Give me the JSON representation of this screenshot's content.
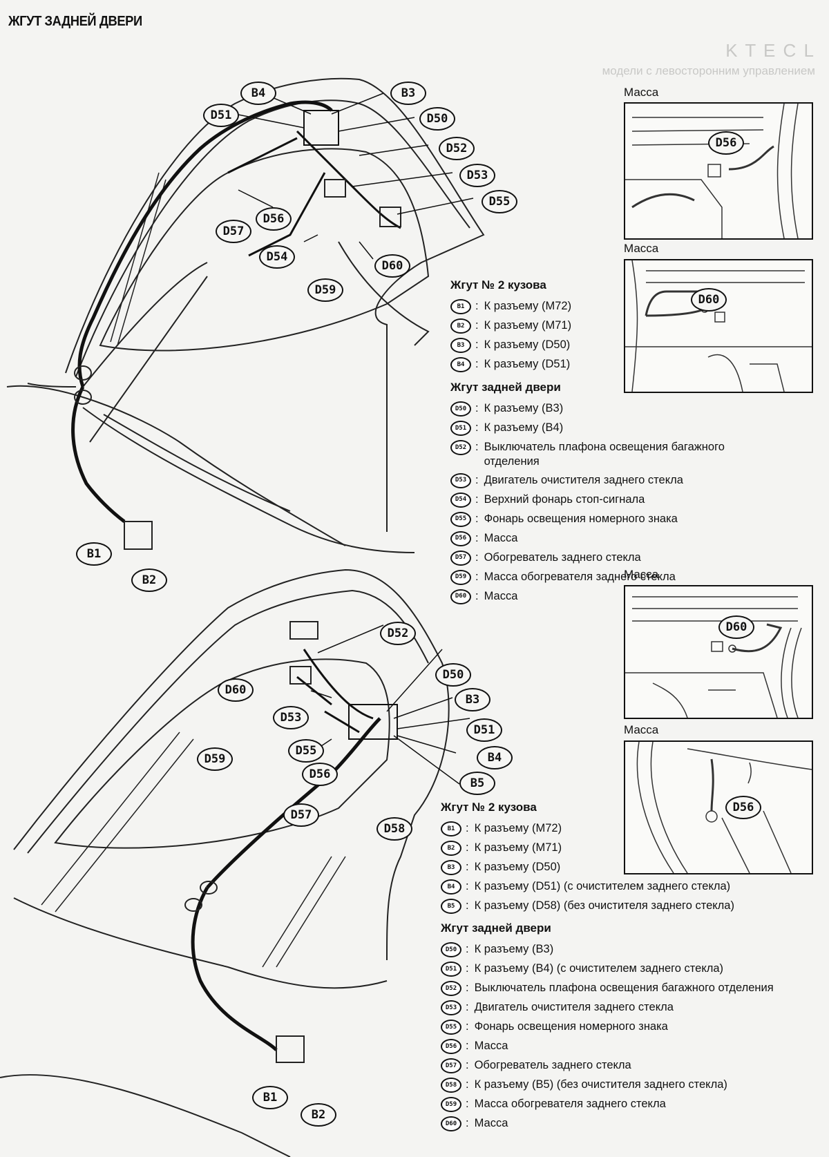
{
  "page_title": "ЖГУТ ЗАДНЕЙ ДВЕРИ",
  "faded_header": {
    "brand": "K T E C L",
    "subtitle": "модели с левосторонним управлением"
  },
  "top_diagram": {
    "tags": {
      "b4": "B4",
      "b3": "B3",
      "d51": "D51",
      "d50": "D50",
      "d52": "D52",
      "d53": "D53",
      "d55": "D55",
      "d56": "D56",
      "d57": "D57",
      "d54": "D54",
      "d60": "D60",
      "d59": "D59",
      "b1": "B1",
      "b2": "B2"
    },
    "legend_body": {
      "title": "Жгут № 2 кузова",
      "items": [
        {
          "code": "B1",
          "text": "К разъему (M72)"
        },
        {
          "code": "B2",
          "text": "К разъему (M71)"
        },
        {
          "code": "B3",
          "text": "К разъему (D50)"
        },
        {
          "code": "B4",
          "text": "К разъему (D51)"
        }
      ]
    },
    "legend_door": {
      "title": "Жгут задней двери",
      "items": [
        {
          "code": "D50",
          "text": "К разъему (B3)"
        },
        {
          "code": "D51",
          "text": "К разъему (B4)"
        },
        {
          "code": "D52",
          "text": "Выключатель плафона освещения багажного отделения"
        },
        {
          "code": "D53",
          "text": "Двигатель очистителя заднего стекла"
        },
        {
          "code": "D54",
          "text": "Верхний фонарь стоп-сигнала"
        },
        {
          "code": "D55",
          "text": "Фонарь освещения номерного знака"
        },
        {
          "code": "D56",
          "text": "Масса"
        },
        {
          "code": "D57",
          "text": "Обогреватель заднего стекла"
        },
        {
          "code": "D59",
          "text": "Масса обогревателя заднего стекла"
        },
        {
          "code": "D60",
          "text": "Масса"
        }
      ]
    }
  },
  "bottom_diagram": {
    "tags": {
      "d52": "D52",
      "d50": "D50",
      "d60": "D60",
      "b3": "B3",
      "d53": "D53",
      "d51": "D51",
      "d55": "D55",
      "b4": "B4",
      "d59": "D59",
      "d56": "D56",
      "b5": "B5",
      "d57": "D57",
      "d58": "D58",
      "b1": "B1",
      "b2": "B2"
    },
    "legend_body": {
      "title": "Жгут № 2 кузова",
      "items": [
        {
          "code": "B1",
          "text": "К разъему (M72)"
        },
        {
          "code": "B2",
          "text": "К разъему (M71)"
        },
        {
          "code": "B3",
          "text": "К разъему (D50)"
        },
        {
          "code": "B4",
          "text": "К разъему (D51) (с очистителем заднего стекла)"
        },
        {
          "code": "B5",
          "text": "К разъему (D58) (без очистителя заднего стекла)"
        }
      ]
    },
    "legend_door": {
      "title": "Жгут задней двери",
      "items": [
        {
          "code": "D50",
          "text": "К разъему (B3)"
        },
        {
          "code": "D51",
          "text": "К разъему (B4) (с очистителем заднего стекла)"
        },
        {
          "code": "D52",
          "text": "Выключатель плафона освещения багажного отделения"
        },
        {
          "code": "D53",
          "text": "Двигатель очистителя заднего стекла"
        },
        {
          "code": "D55",
          "text": "Фонарь освещения номерного знака"
        },
        {
          "code": "D56",
          "text": "Масса"
        },
        {
          "code": "D57",
          "text": "Обогреватель заднего стекла"
        },
        {
          "code": "D58",
          "text": "К разъему (B5) (без очистителя заднего стекла)"
        },
        {
          "code": "D59",
          "text": "Масса обогревателя заднего стекла"
        },
        {
          "code": "D60",
          "text": "Масса"
        }
      ]
    }
  },
  "detail_photos": {
    "p1": {
      "label": "Масса",
      "tag": "D56"
    },
    "p2": {
      "label": "Масса",
      "tag": "D60"
    },
    "p3": {
      "label": "Масса",
      "tag": "D60"
    },
    "p4": {
      "label": "Масса",
      "tag": "D56"
    }
  }
}
